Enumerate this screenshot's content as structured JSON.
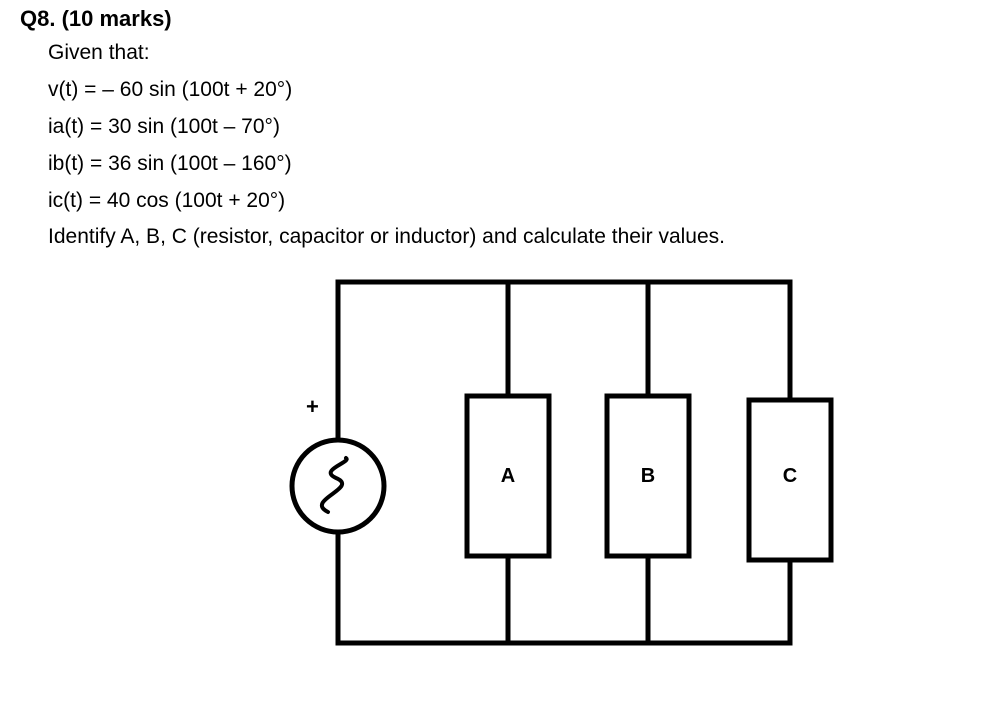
{
  "question": {
    "title": "Q8. (10 marks)",
    "given": "Given that:",
    "equations": [
      "v(t) = – 60 sin (100t + 20°)",
      "ia(t) = 30 sin (100t – 70°)",
      "ib(t) = 36 sin (100t – 160°)",
      "ic(t) = 40 cos (100t + 20°)"
    ],
    "instruction": "Identify A, B, C (resistor, capacitor or inductor) and calculate their values."
  },
  "circuit": {
    "source_polarity": "+",
    "source_icon": "ac-sine-icon",
    "components": [
      {
        "label": "A"
      },
      {
        "label": "B"
      },
      {
        "label": "C"
      }
    ],
    "wire_color": "#000000"
  }
}
